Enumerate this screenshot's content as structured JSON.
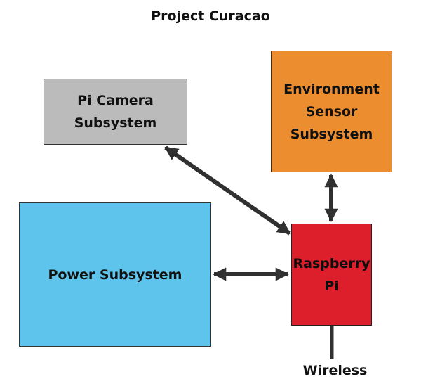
{
  "title": "Project Curacao",
  "colors": {
    "camera": "#bbbbbb",
    "environment": "#ec8d2f",
    "power": "#5ec4eb",
    "raspberry_pi": "#dc1f2a",
    "arrow": "#303030"
  },
  "blocks": {
    "camera": {
      "label": "Pi Camera\nSubsystem"
    },
    "environment": {
      "label": "Environment\nSensor\nSubsystem"
    },
    "power": {
      "label": "Power Subsystem"
    },
    "raspberry_pi": {
      "label": "Raspberry\nPi"
    }
  },
  "wireless_label": "Wireless"
}
